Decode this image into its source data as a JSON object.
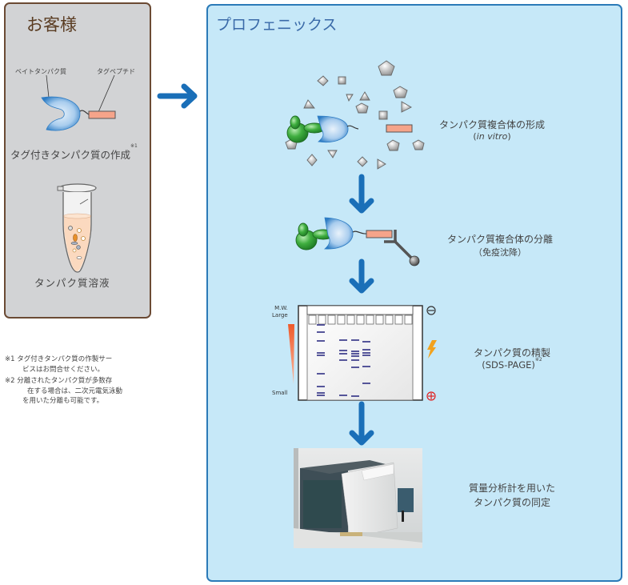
{
  "customer": {
    "title": "お客様",
    "bait_label": "ベイトタンパク質",
    "tag_label": "タグペプチド",
    "step1": "タグ付きタンパク質の作成",
    "step1_ref": "※1",
    "step2": "タンパク質溶液"
  },
  "notes": [
    {
      "line1": "※1 タグ付きタンパク質の作製サー",
      "line2": "ビスはお問合せください。"
    },
    {
      "line1": "※2 分離されたタンパク質が多数存",
      "line2": "在する場合は、二次元電気泳動",
      "line3": "を用いた分離も可能です。"
    }
  ],
  "provider": {
    "title": "プロフェニックス",
    "steps": [
      {
        "label": "タンパク質複合体の形成",
        "sub_prefix": "(",
        "sub_italic": "in vitro",
        "sub_suffix": ")"
      },
      {
        "label": "タンパク質複合体の分離",
        "sub": "（免疫沈降）"
      },
      {
        "label": "タンパク質の精製",
        "sub": "(SDS-PAGE)",
        "ref": "※2"
      },
      {
        "label_line1": "質量分析計を用いた",
        "label_line2": "タンパク質の同定"
      }
    ],
    "gel": {
      "mw_label_line1": "M.W.",
      "mw_label_line2": "Large",
      "small_label": "Small",
      "minus_symbol": "⊖",
      "plus_symbol": "⊕"
    }
  },
  "colors": {
    "customer_bg": "#d2d3d5",
    "customer_border": "#6b4a34",
    "provider_bg": "#c6e8f8",
    "provider_border": "#2b7ab8",
    "arrow": "#1a6fb8",
    "tag": "#f5a48a",
    "protein_green": "#3aa83a"
  }
}
